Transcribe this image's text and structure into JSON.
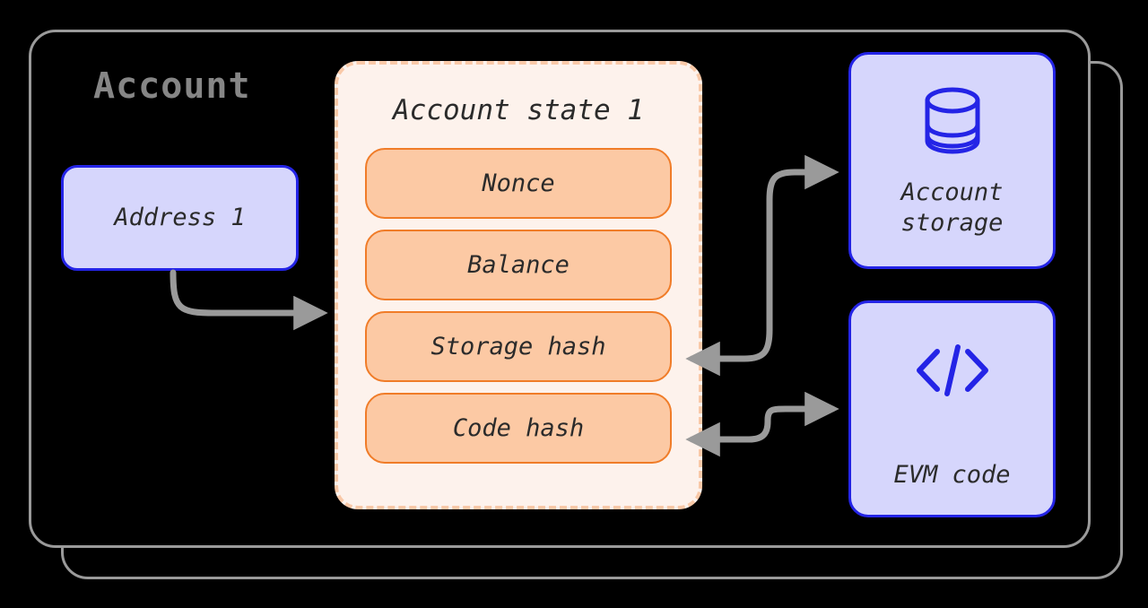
{
  "diagram": {
    "title": "Account",
    "container_frames": 2
  },
  "address": {
    "label": "Address 1"
  },
  "account_state": {
    "title": "Account state 1",
    "fields": [
      {
        "label": "Nonce"
      },
      {
        "label": "Balance"
      },
      {
        "label": "Storage hash"
      },
      {
        "label": "Code hash"
      }
    ]
  },
  "external": [
    {
      "id": "account-storage",
      "icon": "database-icon",
      "label": "Account\nstorage"
    },
    {
      "id": "evm-code",
      "icon": "code-brackets-icon",
      "label": "EVM code"
    }
  ],
  "connectors": [
    {
      "id": "address-to-state",
      "from": "Address 1",
      "to": "Account state 1",
      "direction": "forward"
    },
    {
      "id": "storage-hash-to-account-storage",
      "from": "Storage hash",
      "to": "Account storage",
      "direction": "bidirectional"
    },
    {
      "id": "code-hash-to-evm-code",
      "from": "Code hash",
      "to": "EVM code",
      "direction": "bidirectional"
    }
  ],
  "colors": {
    "background": "#000000",
    "frame_stroke": "#9a9a9a",
    "title_text": "#868686",
    "blue_fill": "#d6d6fc",
    "blue_stroke": "#2424e6",
    "panel_fill": "#fdf2ec",
    "panel_dash": "#f9c9a8",
    "pill_fill": "#fcc9a4",
    "pill_stroke": "#f07c28",
    "arrow": "#9a9a9a",
    "body_text": "#2b2b2b"
  }
}
